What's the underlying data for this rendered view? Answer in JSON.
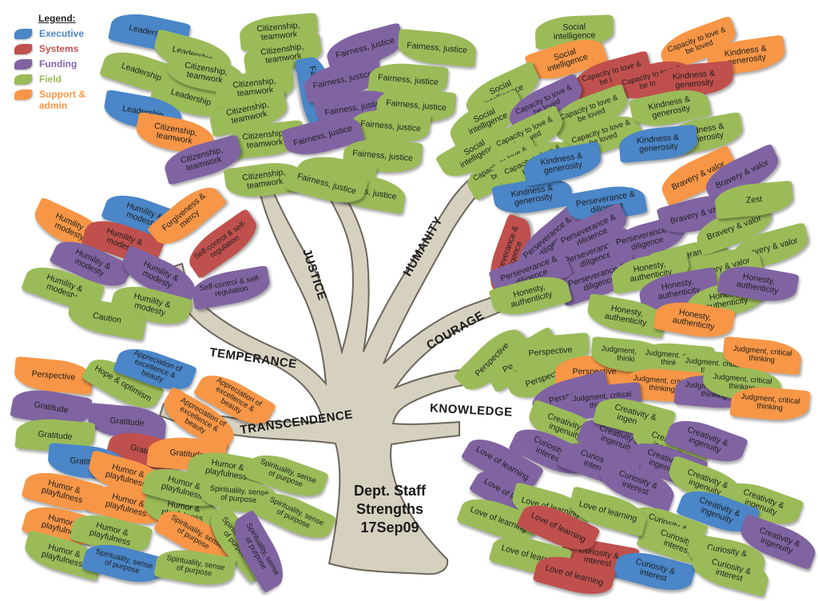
{
  "colors": {
    "exec": "#4a86c8",
    "sys": "#c0504d",
    "fund": "#8064a2",
    "field": "#9bbb59",
    "supp": "#f79646",
    "trunk": "#d6d0bf",
    "trunk_stroke": "#6b665c"
  },
  "legend": {
    "title": "Legend:",
    "items": [
      {
        "key": "exec",
        "label": "Executive"
      },
      {
        "key": "sys",
        "label": "Systems"
      },
      {
        "key": "fund",
        "label": "Funding"
      },
      {
        "key": "field",
        "label": "Field"
      },
      {
        "key": "supp",
        "label": "Support & admin"
      }
    ]
  },
  "title": "Dept. Staff Strengths 17Sep09",
  "branches": {
    "justice": "JUSTICE",
    "humanity": "HUMANITY",
    "temperance": "TEMPERANCE",
    "courage": "COURAGE",
    "transcendence": "TRANSCENDENCE",
    "knowledge": "KNOWLEDGE"
  },
  "leaves": [
    {
      "text": "Leadership",
      "c": "exec"
    },
    {
      "text": "Leadership",
      "c": "field"
    },
    {
      "text": "Leadership",
      "c": "field"
    },
    {
      "text": "Leadership",
      "c": "field"
    },
    {
      "text": "Leadership",
      "c": "exec"
    },
    {
      "text": "Citizenship, teamwork",
      "c": "field"
    },
    {
      "text": "Citizenship, teamwork",
      "c": "field"
    },
    {
      "text": "Citizenship, teamwork",
      "c": "field"
    },
    {
      "text": "Citizenship, teamwork",
      "c": "field"
    },
    {
      "text": "Citizenship, teamwork",
      "c": "field"
    },
    {
      "text": "Citizenship, teamwork",
      "c": "supp"
    },
    {
      "text": "Citizenship, teamwork",
      "c": "field"
    },
    {
      "text": "Citizenship, teamwork",
      "c": "fund"
    },
    {
      "text": "Citizenship, teamwork",
      "c": "field"
    },
    {
      "text": "Fairness, justice",
      "c": "exec"
    },
    {
      "text": "Fairness, justice",
      "c": "fund"
    },
    {
      "text": "Fairness, justice",
      "c": "field"
    },
    {
      "text": "Fairness, justice",
      "c": "fund"
    },
    {
      "text": "Fairness, justice",
      "c": "field"
    },
    {
      "text": "Fairness, justice",
      "c": "fund"
    },
    {
      "text": "Fairness, justice",
      "c": "field"
    },
    {
      "text": "Fairness, justice",
      "c": "field"
    },
    {
      "text": "Fairness, justice",
      "c": "fund"
    },
    {
      "text": "Fairness, justice",
      "c": "field"
    },
    {
      "text": "Fairness, justice",
      "c": "field"
    },
    {
      "text": "Fairness, justice",
      "c": "field"
    },
    {
      "text": "Fairness, justice",
      "c": "field"
    },
    {
      "text": "Social intelligence",
      "c": "field"
    },
    {
      "text": "Social intelligence",
      "c": "supp"
    },
    {
      "text": "Social intelligence",
      "c": "field"
    },
    {
      "text": "Social intelligence",
      "c": "field"
    },
    {
      "text": "Social intelligence",
      "c": "field"
    },
    {
      "text": "Capacity to love & be loved",
      "c": "supp"
    },
    {
      "text": "Capacity to love & be loved",
      "c": "sys"
    },
    {
      "text": "Capacity to love & be loved",
      "c": "sys"
    },
    {
      "text": "Capacity to love & be loved",
      "c": "fund"
    },
    {
      "text": "Capacity to love & be loved",
      "c": "field"
    },
    {
      "text": "Capacity to love & be loved",
      "c": "field"
    },
    {
      "text": "Capacity to love & be loved",
      "c": "field"
    },
    {
      "text": "Capacity to love & be loved",
      "c": "field"
    },
    {
      "text": "Capacity to love & be loved",
      "c": "field"
    },
    {
      "text": "Kindness & generosity",
      "c": "supp"
    },
    {
      "text": "Kindness & generosity",
      "c": "sys"
    },
    {
      "text": "Kindness & generosity",
      "c": "field"
    },
    {
      "text": "Kindness & generosity",
      "c": "field"
    },
    {
      "text": "Kindness & generosity",
      "c": "exec"
    },
    {
      "text": "Kindness & generosity",
      "c": "exec"
    },
    {
      "text": "Kindness & generosity",
      "c": "exec"
    },
    {
      "text": "Humility & modesty",
      "c": "exec"
    },
    {
      "text": "Humility & modesty",
      "c": "supp"
    },
    {
      "text": "Humility & modesty",
      "c": "sys"
    },
    {
      "text": "Humility & modesty",
      "c": "fund"
    },
    {
      "text": "Humility & modesty",
      "c": "fund"
    },
    {
      "text": "Humility & modesty",
      "c": "field"
    },
    {
      "text": "Humility & modesty",
      "c": "field"
    },
    {
      "text": "Forgiveness & mercy",
      "c": "supp"
    },
    {
      "text": "Self-control & self-regulation",
      "c": "sys"
    },
    {
      "text": "Self-control & self-regulation",
      "c": "fund"
    },
    {
      "text": "Caution",
      "c": "field"
    },
    {
      "text": "Perseverance & diligence",
      "c": "sys"
    },
    {
      "text": "Perseverance & diligence",
      "c": "fund"
    },
    {
      "text": "Perseverance & diligence",
      "c": "exec"
    },
    {
      "text": "Perseverance & diligence",
      "c": "fund"
    },
    {
      "text": "Perseverance & diligence",
      "c": "fund"
    },
    {
      "text": "Perseverance & diligence",
      "c": "fund"
    },
    {
      "text": "Perseverance & diligence",
      "c": "fund"
    },
    {
      "text": "Perseverance & diligence",
      "c": "fund"
    },
    {
      "text": "Perseverance & diligence",
      "c": "field"
    },
    {
      "text": "Bravery & valor",
      "c": "supp"
    },
    {
      "text": "Bravery & valor",
      "c": "fund"
    },
    {
      "text": "Bravery & valor",
      "c": "fund"
    },
    {
      "text": "Bravery & valor",
      "c": "field"
    },
    {
      "text": "Bravery & valor",
      "c": "field"
    },
    {
      "text": "Bravery & valor",
      "c": "field"
    },
    {
      "text": "Zest",
      "c": "field"
    },
    {
      "text": "Honesty, authenticity",
      "c": "field"
    },
    {
      "text": "Honesty, authenticity",
      "c": "field"
    },
    {
      "text": "Honesty, authenticity",
      "c": "fund"
    },
    {
      "text": "Honesty, authenticity",
      "c": "field"
    },
    {
      "text": "Honesty, authenticity",
      "c": "field"
    },
    {
      "text": "Honesty, authenticity",
      "c": "supp"
    },
    {
      "text": "Honesty, authenticity",
      "c": "fund"
    },
    {
      "text": "Perspective",
      "c": "field"
    },
    {
      "text": "Perspective",
      "c": "field"
    },
    {
      "text": "Perspective",
      "c": "field"
    },
    {
      "text": "Perspective",
      "c": "field"
    },
    {
      "text": "Perspective",
      "c": "supp"
    },
    {
      "text": "Perspective",
      "c": "fund"
    },
    {
      "text": "Judgment, critical thinking",
      "c": "field"
    },
    {
      "text": "Judgment, critical thinking",
      "c": "field"
    },
    {
      "text": "Judgment, critical thinking",
      "c": "field"
    },
    {
      "text": "Judgment, critical thinking",
      "c": "supp"
    },
    {
      "text": "Judgment, critical thinking",
      "c": "supp"
    },
    {
      "text": "Judgment, critical thinking",
      "c": "fund"
    },
    {
      "text": "Judgment, critical thinking",
      "c": "field"
    },
    {
      "text": "Judgment, critical thinking",
      "c": "supp"
    },
    {
      "text": "Judgment, critical thinking",
      "c": "fund"
    },
    {
      "text": "Creativity & ingenuity",
      "c": "field"
    },
    {
      "text": "Creativity & ingenuity",
      "c": "fund"
    },
    {
      "text": "Creativity & ingenuity",
      "c": "field"
    },
    {
      "text": "Creativity & ingenuity",
      "c": "field"
    },
    {
      "text": "Creativity & ingenuity",
      "c": "fund"
    },
    {
      "text": "Creativity & ingenuity",
      "c": "fund"
    },
    {
      "text": "Creativity & ingenuity",
      "c": "field"
    },
    {
      "text": "Creativity & ingenuity",
      "c": "field"
    },
    {
      "text": "Creativity & ingenuity",
      "c": "exec"
    },
    {
      "text": "Creativity & ingenuity",
      "c": "fund"
    },
    {
      "text": "Curiosity & interest",
      "c": "fund"
    },
    {
      "text": "Curiosity & interest",
      "c": "fund"
    },
    {
      "text": "Curiosity & interest",
      "c": "fund"
    },
    {
      "text": "Curiosity & interest",
      "c": "field"
    },
    {
      "text": "Curiosity & interest",
      "c": "field"
    },
    {
      "text": "Curiosity & interest",
      "c": "field"
    },
    {
      "text": "Curiosity & interest",
      "c": "sys"
    },
    {
      "text": "Curiosity & interest",
      "c": "exec"
    },
    {
      "text": "Curiosity & interest",
      "c": "field"
    },
    {
      "text": "Love of learning",
      "c": "fund"
    },
    {
      "text": "Love of learning",
      "c": "fund"
    },
    {
      "text": "Love of learning",
      "c": "field"
    },
    {
      "text": "Love of learning",
      "c": "field"
    },
    {
      "text": "Love of learning",
      "c": "sys"
    },
    {
      "text": "Love of learning",
      "c": "field"
    },
    {
      "text": "Love of learning",
      "c": "field"
    },
    {
      "text": "Love of learning",
      "c": "sys"
    },
    {
      "text": "Perspective",
      "c": "supp"
    },
    {
      "text": "Hope & optimism",
      "c": "field"
    },
    {
      "text": "Appreciation of excellence & beauty",
      "c": "exec"
    },
    {
      "text": "Appreciation of excellence & beauty",
      "c": "supp"
    },
    {
      "text": "Appreciation of excellence & beauty",
      "c": "supp"
    },
    {
      "text": "Gratitude",
      "c": "fund"
    },
    {
      "text": "Gratitude",
      "c": "fund"
    },
    {
      "text": "Gratitude",
      "c": "field"
    },
    {
      "text": "Gratitude",
      "c": "sys"
    },
    {
      "text": "Gratitude",
      "c": "exec"
    },
    {
      "text": "Gratitude",
      "c": "supp"
    },
    {
      "text": "Humor & playfulness",
      "c": "supp"
    },
    {
      "text": "Humor & playfulness",
      "c": "supp"
    },
    {
      "text": "Humor & playfulness",
      "c": "supp"
    },
    {
      "text": "Humor & playfulness",
      "c": "supp"
    },
    {
      "text": "Humor & playfulness",
      "c": "field"
    },
    {
      "text": "Humor & playfulness",
      "c": "field"
    },
    {
      "text": "Humor & playfulness",
      "c": "field"
    },
    {
      "text": "Humor & playfulness",
      "c": "field"
    },
    {
      "text": "Humor & playfulness",
      "c": "field"
    },
    {
      "text": "Spirituality, sense of purpose",
      "c": "field"
    },
    {
      "text": "Spirituality, sense of purpose",
      "c": "field"
    },
    {
      "text": "Spirituality, sense of purpose",
      "c": "field"
    },
    {
      "text": "Spirituality, sense of purpose",
      "c": "supp"
    },
    {
      "text": "Spirituality, sense of purpose",
      "c": "field"
    },
    {
      "text": "Spirituality, sense of purpose",
      "c": "exec"
    },
    {
      "text": "Spirituality, sense of purpose",
      "c": "field"
    },
    {
      "text": "Spirituality, sense of purpose",
      "c": "fund"
    }
  ]
}
